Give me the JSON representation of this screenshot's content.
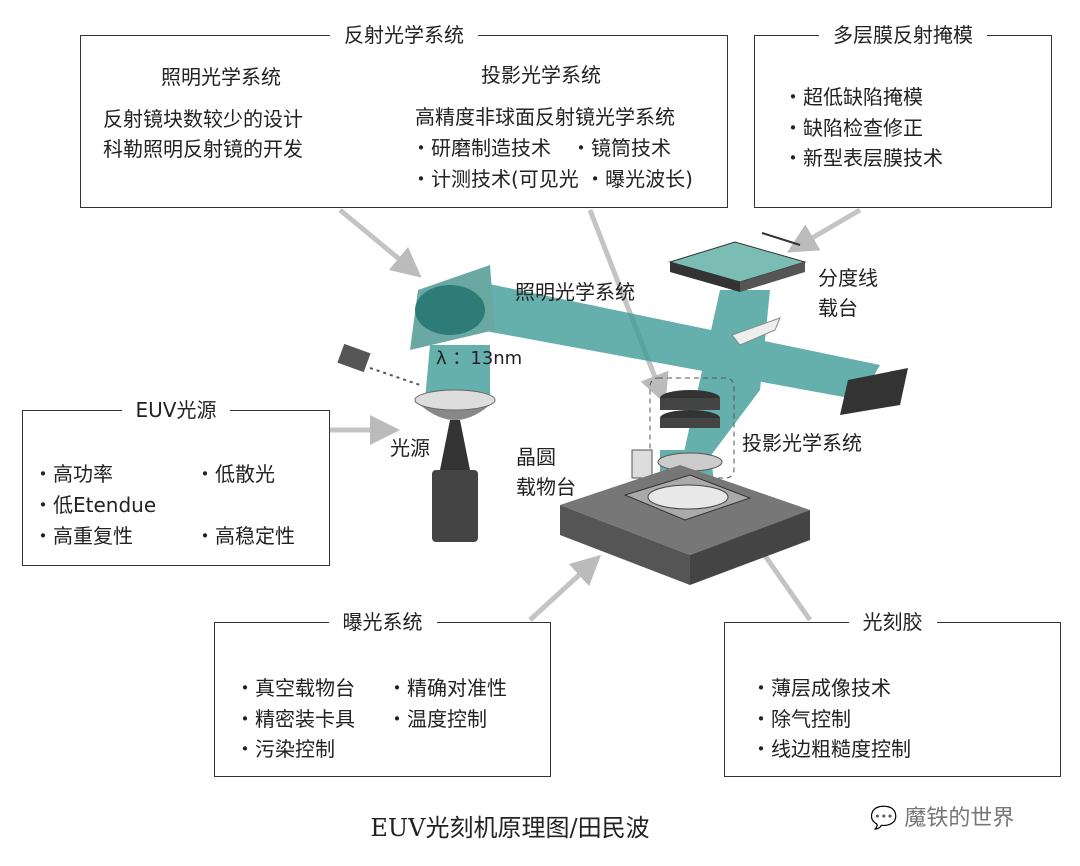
{
  "reflective_optics": {
    "title": "反射光学系统",
    "illumination": {
      "title": "照明光学系统",
      "lines": [
        "反射镜块数较少的设计",
        "科勒照明反射镜的开发"
      ]
    },
    "projection": {
      "title": "投影光学系统",
      "lines": [
        "高精度非球面反射镜光学系统",
        "・研磨制造技术　・镜筒技术",
        "・计测技术(可见光 ・曝光波长)"
      ]
    }
  },
  "mask": {
    "title": "多层膜反射掩模",
    "items": [
      "・超低缺陷掩模",
      "・缺陷检查修正",
      "・新型表层膜技术"
    ]
  },
  "euv_source": {
    "title": "EUV光源",
    "items": [
      "・高功率",
      "・低散光",
      "・低Etendue",
      "・高重复性",
      "・高稳定性"
    ]
  },
  "exposure": {
    "title": "曝光系统",
    "items": [
      "・真空载物台",
      "・精确对准性",
      "・精密装卡具",
      "・温度控制",
      "・污染控制"
    ]
  },
  "resist": {
    "title": "光刻胶",
    "items": [
      "・薄层成像技术",
      "・除气控制",
      "・线边粗糙度控制"
    ]
  },
  "diagram_labels": {
    "illum": "照明光学系统",
    "wavelength": "λ ：13nm",
    "reticle1": "分度线",
    "reticle2": "载台",
    "source": "光源",
    "wafer1": "晶圆",
    "wafer2": "载物台",
    "projection": "投影光学系统"
  },
  "caption": "EUV光刻机原理图/田民波",
  "watermark": "魔铁的世界"
}
